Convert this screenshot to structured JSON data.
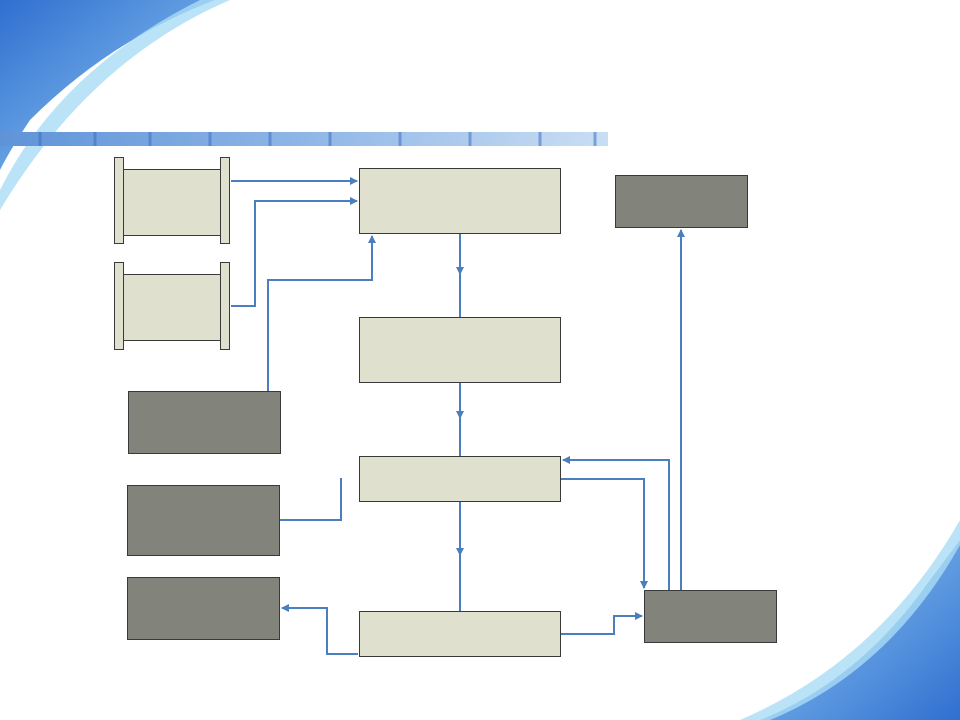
{
  "slide": {
    "background_colors": {
      "blue": "#3d7fd0",
      "light_blue": "#9fd3f2",
      "stripe": "#4a86d6"
    },
    "title": ""
  },
  "diagram": {
    "colors": {
      "box_light": "#dfe0cd",
      "box_dark": "#82837b",
      "connector": "#4a7ebf",
      "border": "#3a3a3a"
    },
    "nodes": [
      {
        "id": "document-1",
        "shape": "scroll",
        "fill": "light",
        "label": ""
      },
      {
        "id": "document-2",
        "shape": "scroll",
        "fill": "light",
        "label": ""
      },
      {
        "id": "top-center",
        "shape": "rect",
        "fill": "light",
        "label": ""
      },
      {
        "id": "top-right",
        "shape": "rect",
        "fill": "dark",
        "label": ""
      },
      {
        "id": "mid-center",
        "shape": "rect",
        "fill": "light",
        "label": ""
      },
      {
        "id": "left-1",
        "shape": "rect",
        "fill": "dark",
        "label": ""
      },
      {
        "id": "center-3",
        "shape": "rect",
        "fill": "light",
        "label": ""
      },
      {
        "id": "left-2",
        "shape": "rect",
        "fill": "dark",
        "label": ""
      },
      {
        "id": "left-3",
        "shape": "rect",
        "fill": "dark",
        "label": ""
      },
      {
        "id": "bottom-center",
        "shape": "rect",
        "fill": "light",
        "label": ""
      },
      {
        "id": "bottom-right",
        "shape": "rect",
        "fill": "dark",
        "label": ""
      }
    ],
    "edges": [
      {
        "from": "document-1",
        "to": "top-center",
        "arrow": true
      },
      {
        "from": "document-2",
        "to": "top-center",
        "arrow": true
      },
      {
        "from": "left-1",
        "to": "top-center",
        "arrow": true
      },
      {
        "from": "top-center",
        "to": "mid-center",
        "arrow": true
      },
      {
        "from": "mid-center",
        "to": "center-3",
        "arrow": true
      },
      {
        "from": "center-3",
        "to": "bottom-center",
        "arrow": true
      },
      {
        "from": "left-2",
        "to": "center-3",
        "arrow": false
      },
      {
        "from": "bottom-center",
        "to": "left-3",
        "arrow": true
      },
      {
        "from": "bottom-center",
        "to": "bottom-right",
        "arrow": true
      },
      {
        "from": "center-3",
        "to": "bottom-right",
        "arrow": true
      },
      {
        "from": "bottom-right",
        "to": "center-3",
        "arrow": true
      },
      {
        "from": "bottom-right",
        "to": "top-right",
        "arrow": true
      }
    ]
  }
}
